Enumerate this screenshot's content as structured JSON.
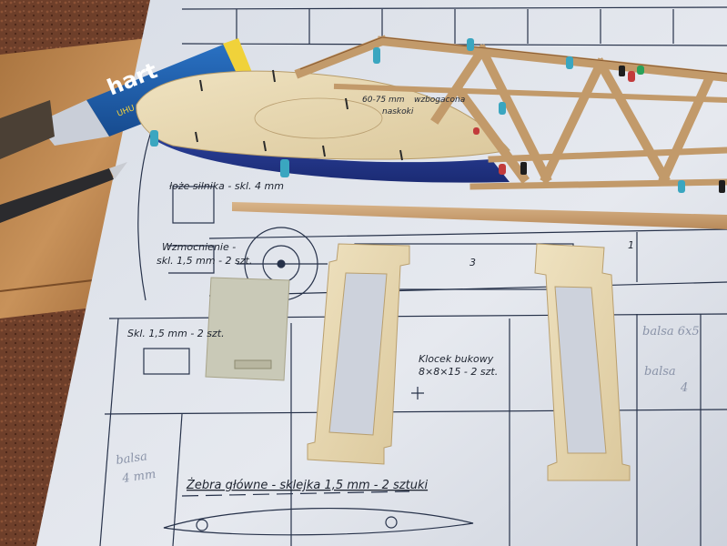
{
  "tube": {
    "brand": "hart",
    "small_print": "UHU"
  },
  "plan_labels": {
    "dim_top": "60-75 mm",
    "scribble_top": "wzbogacona",
    "scribble_top2": "naskoki",
    "engine_mount": "łoże silnika - skl. 4 mm",
    "reinforcement_line1": "Wzmocnienie -",
    "reinforcement_line2": "skl. 1,5 mm - 2 szt.",
    "number_3": "3",
    "number_1": "1",
    "plywood": "Skl. 1,5 mm - 2 szt.",
    "block_line1": "Klocek bukowy",
    "block_line2": "8×8×15 - 2 szt.",
    "ribs_title": "Żebra główne - sklejka 1,5 mm - 2 sztuki",
    "pencil_left_1": "balsa",
    "pencil_left_2": "4 mm",
    "pencil_right_1": "balsa 6x5",
    "pencil_right_2": "balsa",
    "pencil_right_3": "4"
  }
}
